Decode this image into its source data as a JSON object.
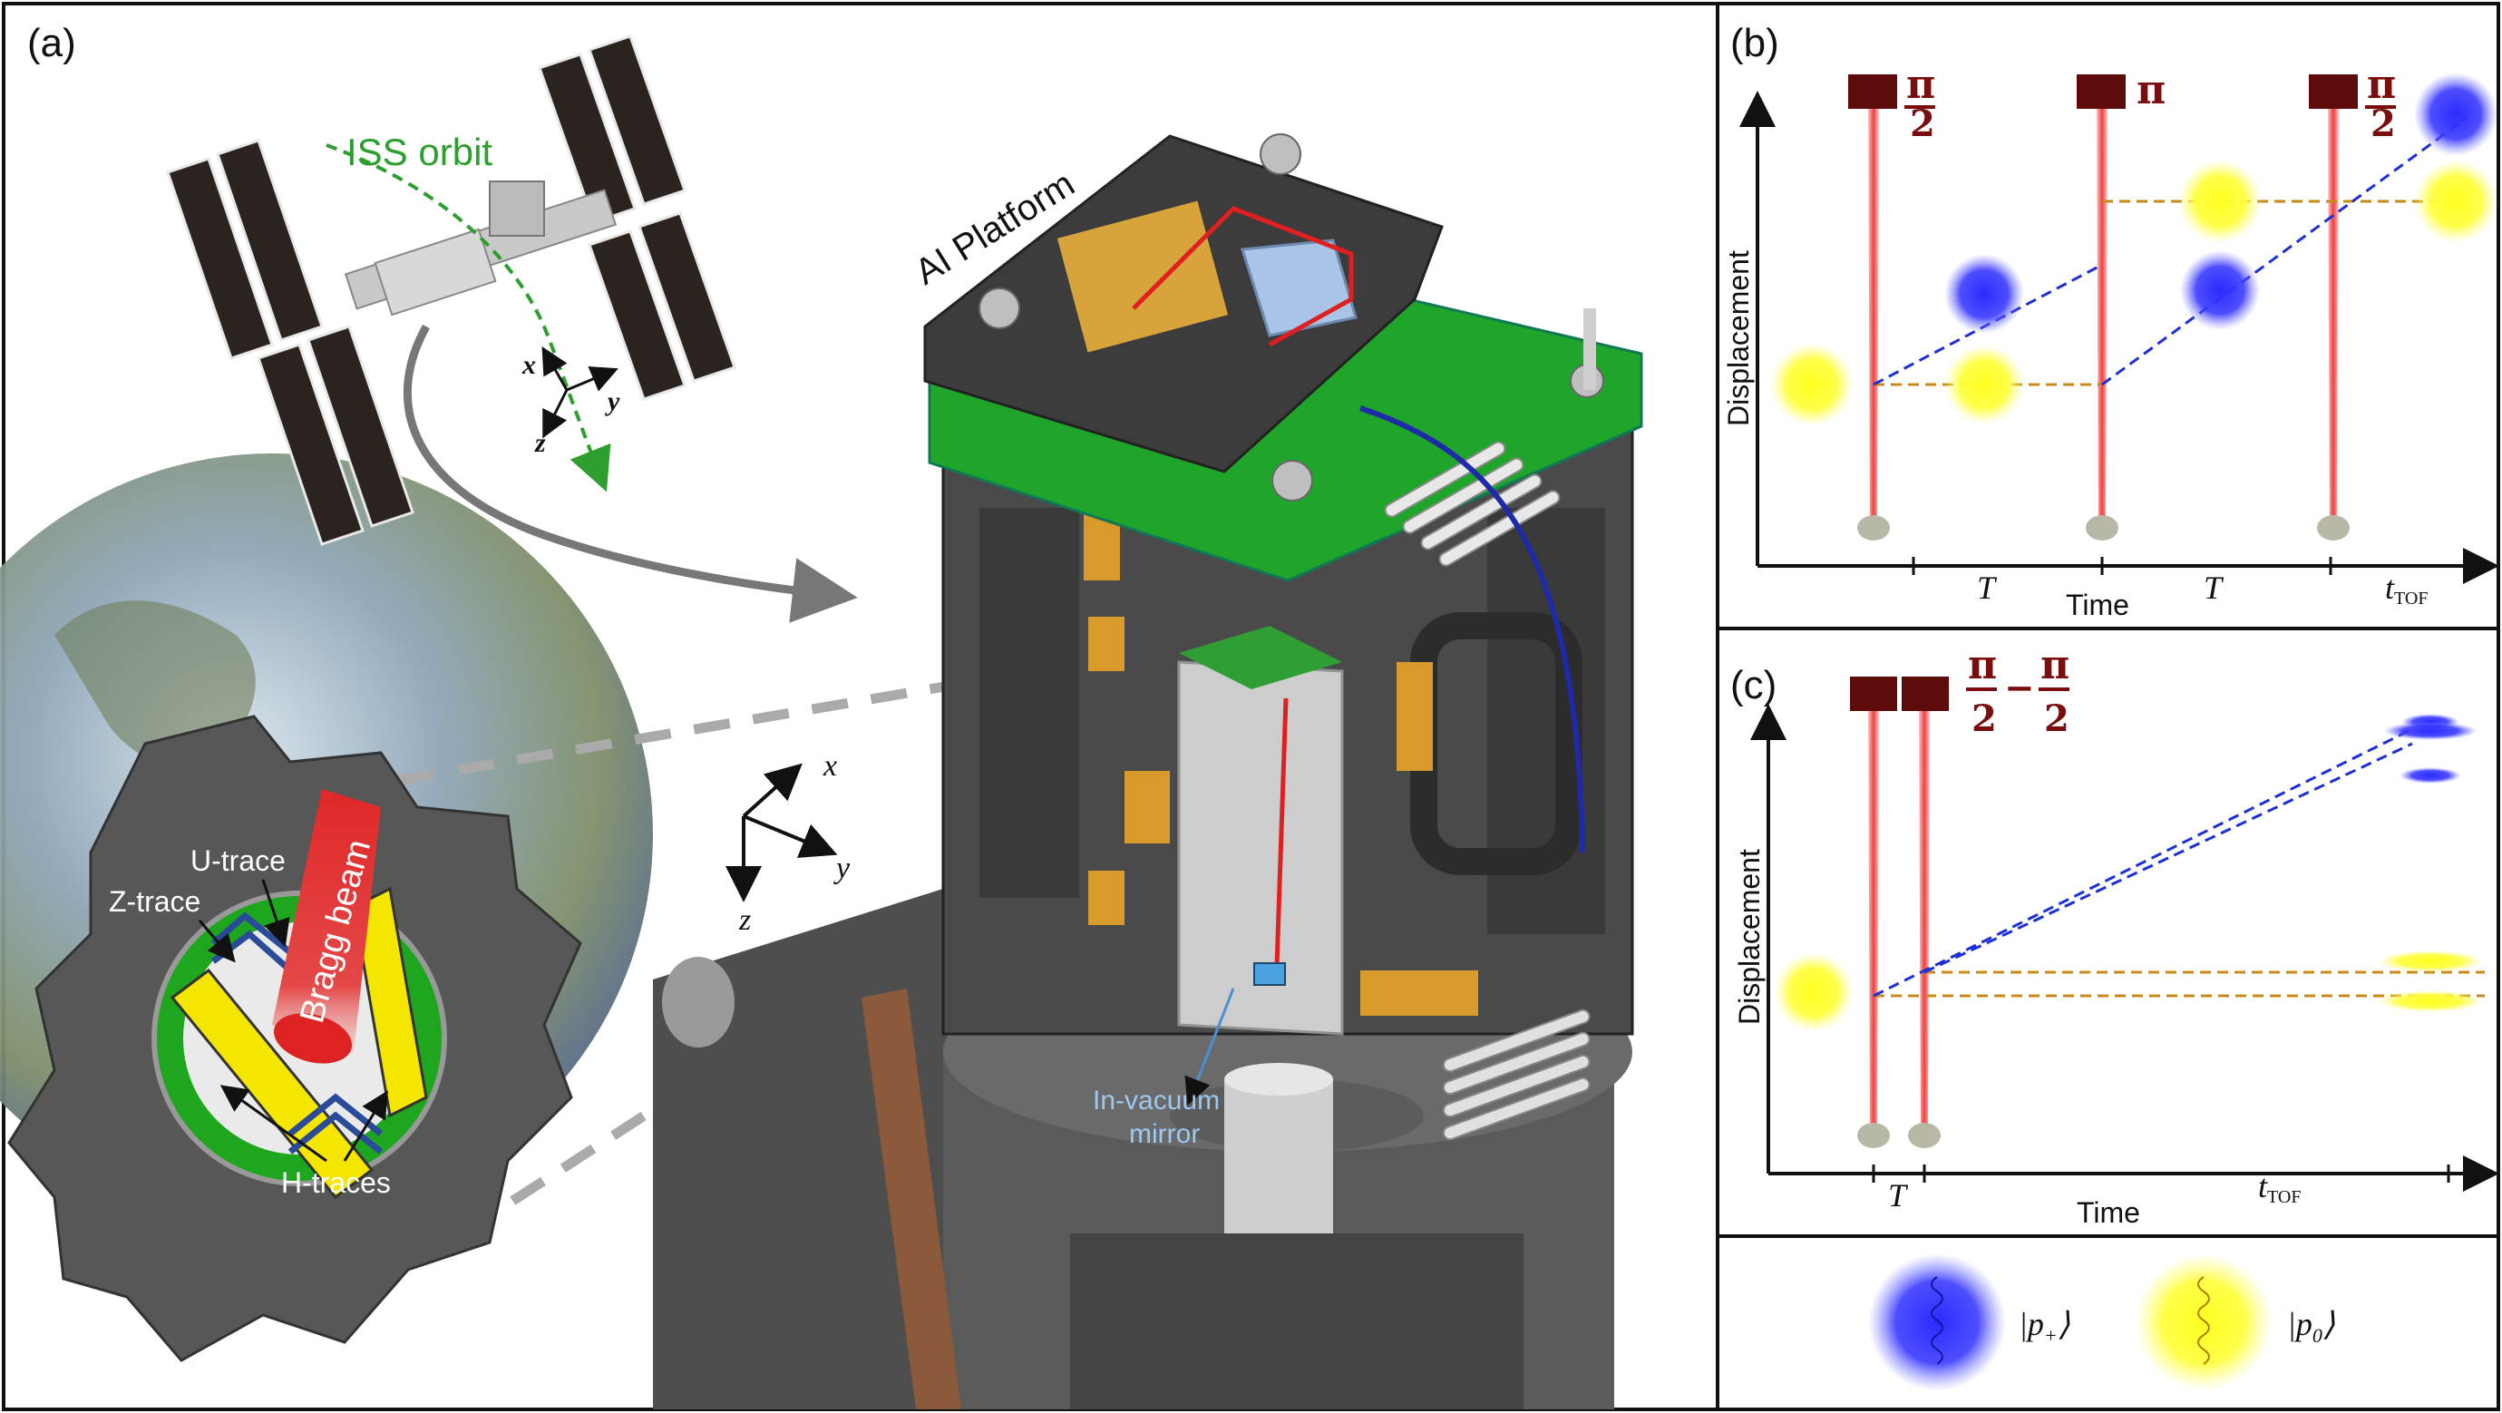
{
  "panel_a": {
    "label": "(a)",
    "orbit_label": "ISS orbit",
    "platform_label": "AI Platform",
    "iss_axes": {
      "x": "x",
      "y": "y",
      "z": "z"
    },
    "main_axes": {
      "x": "x",
      "y": "y",
      "z": "z"
    },
    "mirror_label_line1": "In-vacuum",
    "mirror_label_line2": "mirror",
    "inset": {
      "beam_label": "Bragg beam",
      "u_trace": "U-trace",
      "z_trace": "Z-trace",
      "h_traces": "H-traces"
    },
    "colors": {
      "orbit": "#2e9e2e",
      "pcb": "#29a329",
      "trace_yellow": "#f5e600",
      "beam": "#e23b3b",
      "fiber": "#1f2aa8"
    }
  },
  "panel_b": {
    "label": "(b)",
    "y_axis": "Displacement",
    "x_axis": "Time",
    "pulses": [
      {
        "label_num": "π",
        "label_den": "2"
      },
      {
        "label_num": "π",
        "label_den": ""
      },
      {
        "label_num": "π",
        "label_den": "2"
      }
    ],
    "ticks": [
      "T",
      "T"
    ],
    "ttof_main": "t",
    "ttof_sub": "TOF"
  },
  "panel_c": {
    "label": "(c)",
    "y_axis": "Displacement",
    "x_axis": "Time",
    "pulse_label_left_num": "π",
    "pulse_label_left_den": "2",
    "pulse_label_minus": "−",
    "pulse_label_right_num": "π",
    "pulse_label_right_den": "2",
    "ticks": [
      "T"
    ],
    "ttof_main": "t",
    "ttof_sub": "TOF"
  },
  "legend": {
    "p_plus_pre": "|p",
    "p_plus_sub": "+",
    "p_plus_post": "⟩",
    "p_zero_pre": "|p",
    "p_zero_sub": "0",
    "p_zero_post": "⟩",
    "colors": {
      "p_plus": "#1a1aff",
      "p_zero": "#ffff33"
    }
  },
  "colors": {
    "pulse_box": "#5c0a0a",
    "laser": "#f04040",
    "blue_path": "#1e2fd6",
    "orange_path": "#c98a1a"
  }
}
